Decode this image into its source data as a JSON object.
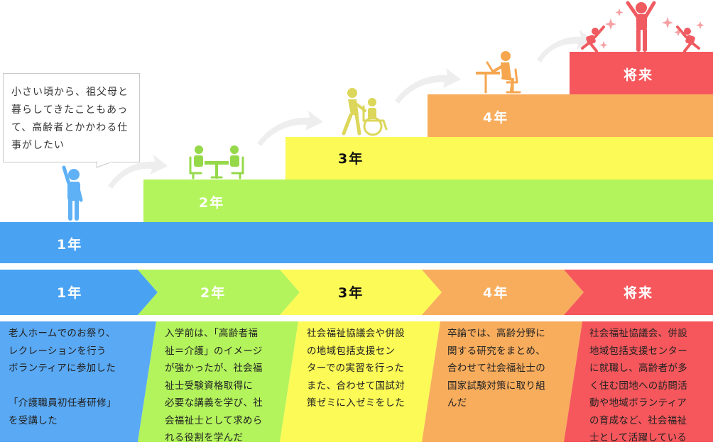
{
  "bubble_text": [
    "小さい頃から、祖父母と",
    "暮らしてきたこともあっ",
    "て、高齢者とかかわる仕",
    "事がしたい"
  ],
  "colors": {
    "year1": "#4aa3f2",
    "year2": "#b3f35c",
    "year3": "#fcfa56",
    "year4": "#f8ad5d",
    "future": "#f5575c",
    "icon_blue": "#5fb1f6",
    "icon_green": "#95d94a",
    "icon_yellow": "#dcd75a",
    "icon_orange": "#f5a64f",
    "icon_red": "#ef5b60",
    "arrow_gray": "#eeeeee"
  },
  "stairs": {
    "year1": "1年",
    "year2": "2年",
    "year3": "3年",
    "year4": "4年",
    "future": "将来"
  },
  "timeline": {
    "year1": {
      "label": "1年",
      "lines": [
        "老人ホームでのお祭り、",
        "レクレーションを行う",
        "ボランティアに参加した",
        "",
        "「介護職員初任者研修」",
        "を受講した"
      ]
    },
    "year2": {
      "label": "2年",
      "lines": [
        "入学前は、「高齢者福",
        "祉＝介護」のイメージ",
        "が強かったが、社会福",
        "祉士受験資格取得に",
        "必要な講義を学び、社",
        "会福祉士として求めら",
        "れる役割を学んだ"
      ]
    },
    "year3": {
      "label": "3年",
      "lines": [
        "社会福祉協議会や併設",
        "の地域包括支援セン",
        "ターでの実習を行った",
        "また、合わせて国試対",
        "策ゼミに入ゼミをした"
      ]
    },
    "year4": {
      "label": "4年",
      "lines": [
        "卒論では、高齢分野に",
        "関する研究をまとめ、",
        "合わせて社会福祉士の",
        "国家試験対策に取り組",
        "んだ"
      ]
    },
    "future": {
      "label": "将来",
      "lines": [
        "社会福祉協議会、併設",
        "地域包括支援センター",
        "に就職し、高齢者が多",
        "く住む団地への訪問活",
        "動や地域ボランティア",
        "の育成など、社会福祉",
        "士として活躍している"
      ]
    }
  }
}
